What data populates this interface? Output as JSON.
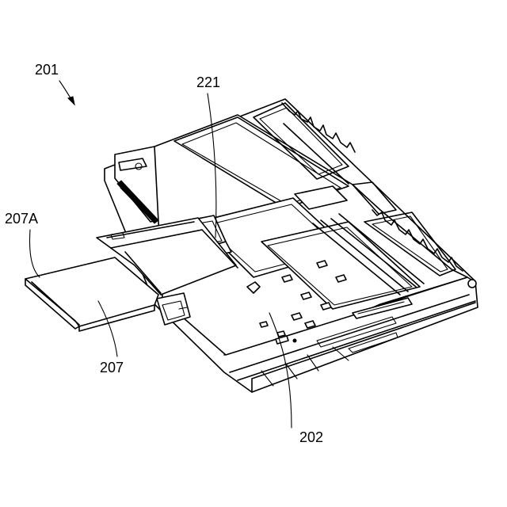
{
  "figure": {
    "labels": {
      "assembly": "201",
      "lever": "221",
      "extension_tip": "207A",
      "extension_tray": "207",
      "main_tray": "202"
    }
  }
}
